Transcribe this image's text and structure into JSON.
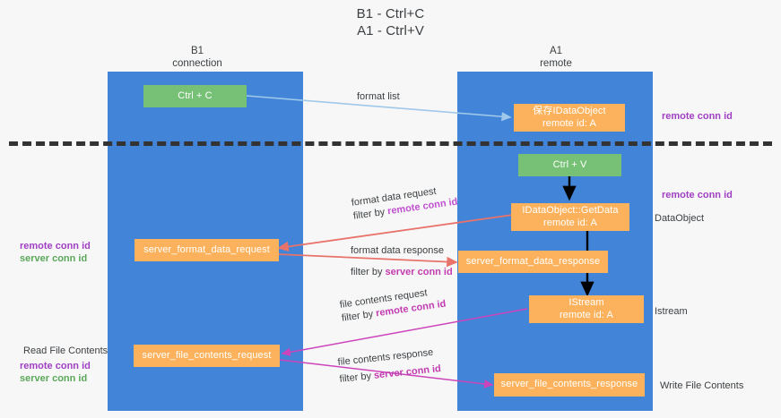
{
  "diagram": {
    "title_line1": "B1 - Ctrl+C",
    "title_line2": "A1 - Ctrl+V",
    "lanes": [
      {
        "id": "b1",
        "head_top": "B1",
        "head_sub": "connection",
        "color": "#4285d8"
      },
      {
        "id": "a1",
        "head_top": "A1",
        "head_sub": "remote",
        "color": "#4285d8"
      }
    ],
    "colors": {
      "lane": "#4285d8",
      "green_node": "#77c176",
      "orange_node": "#fcb25c",
      "divider": "#333333",
      "purple_text": "#a13fc4",
      "green_text": "#5aa85a",
      "magenta_text": "#c23bb0",
      "arrow_blue": "#9fc8ea",
      "arrow_black": "#000000",
      "arrow_red": "#e8736b",
      "arrow_magenta": "#cc44bb"
    },
    "nodes": [
      {
        "id": "ctrl-c",
        "line1": "Ctrl + C",
        "line2": "",
        "style": "green"
      },
      {
        "id": "save-idataobject",
        "line1": "保存IDataObject",
        "line2": "remote id: A",
        "style": "orange"
      },
      {
        "id": "ctrl-v",
        "line1": "Ctrl + V",
        "line2": "",
        "style": "green"
      },
      {
        "id": "getdata",
        "line1": "IDataObject::GetData",
        "line2": "remote id: A",
        "style": "orange"
      },
      {
        "id": "sfdreq",
        "line1": "server_format_data_request",
        "line2": "",
        "style": "orange"
      },
      {
        "id": "sfdresp",
        "line1": "server_format_data_response",
        "line2": "",
        "style": "orange"
      },
      {
        "id": "istream",
        "line1": "IStream",
        "line2": "remote id: A",
        "style": "orange"
      },
      {
        "id": "sfcreq",
        "line1": "server_file_contents_request",
        "line2": "",
        "style": "orange"
      },
      {
        "id": "sfcresp",
        "line1": "server_file_contents_response",
        "line2": "",
        "style": "orange"
      }
    ],
    "side_labels_right": [
      {
        "id": "r1",
        "text": "remote conn id",
        "style": "purple"
      },
      {
        "id": "r2",
        "text": "remote conn id",
        "style": "purple"
      },
      {
        "id": "r3",
        "text": "DataObject",
        "style": "plain"
      },
      {
        "id": "r4",
        "text": "Istream",
        "style": "plain"
      },
      {
        "id": "r5",
        "text": "Write File Contents",
        "style": "plain"
      }
    ],
    "side_labels_left": [
      {
        "id": "l1",
        "text": "remote conn id",
        "style": "purple"
      },
      {
        "id": "l2",
        "text": "server conn id",
        "style": "green"
      },
      {
        "id": "l3",
        "text": "Read File Contents",
        "style": "plain"
      },
      {
        "id": "l4",
        "text": "remote conn id",
        "style": "purple"
      },
      {
        "id": "l5",
        "text": "server conn id",
        "style": "green"
      }
    ],
    "edges": [
      {
        "id": "e-format-list",
        "label": "format list",
        "filter_prefix": "",
        "filter_key": ""
      },
      {
        "id": "e-fd-request",
        "label": "format data request",
        "filter_prefix": "filter by ",
        "filter_key": "remote conn id"
      },
      {
        "id": "e-fd-response",
        "label": "format data response",
        "filter_prefix": "filter by ",
        "filter_key": "server conn id"
      },
      {
        "id": "e-fc-request",
        "label": "file contents request",
        "filter_prefix": "filter by ",
        "filter_key": "remote conn id"
      },
      {
        "id": "e-fc-response",
        "label": "file contents response",
        "filter_prefix": "filter by ",
        "filter_key": "server conn id"
      }
    ]
  }
}
